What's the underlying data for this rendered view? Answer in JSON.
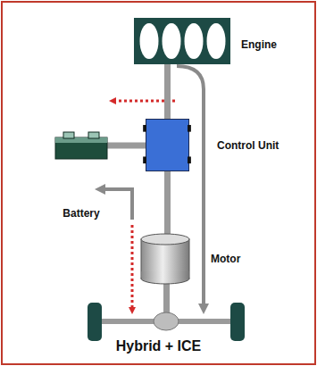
{
  "diagram": {
    "title": "Hybrid + ICE",
    "nodes": [
      {
        "text": [
          "Engine"
        ]
      },
      {
        "text": [
          "Control Unit"
        ]
      },
      {
        "text": [
          "Battery"
        ]
      },
      {
        "text": [
          "Motor"
        ]
      }
    ],
    "edges": [
      {
        "from": 0,
        "to": 1,
        "arrow": "none"
      },
      {
        "from": 2,
        "to": 1,
        "arrow": "none"
      },
      {
        "from": 1,
        "to": 3,
        "arrow": "none"
      }
    ]
  }
}
